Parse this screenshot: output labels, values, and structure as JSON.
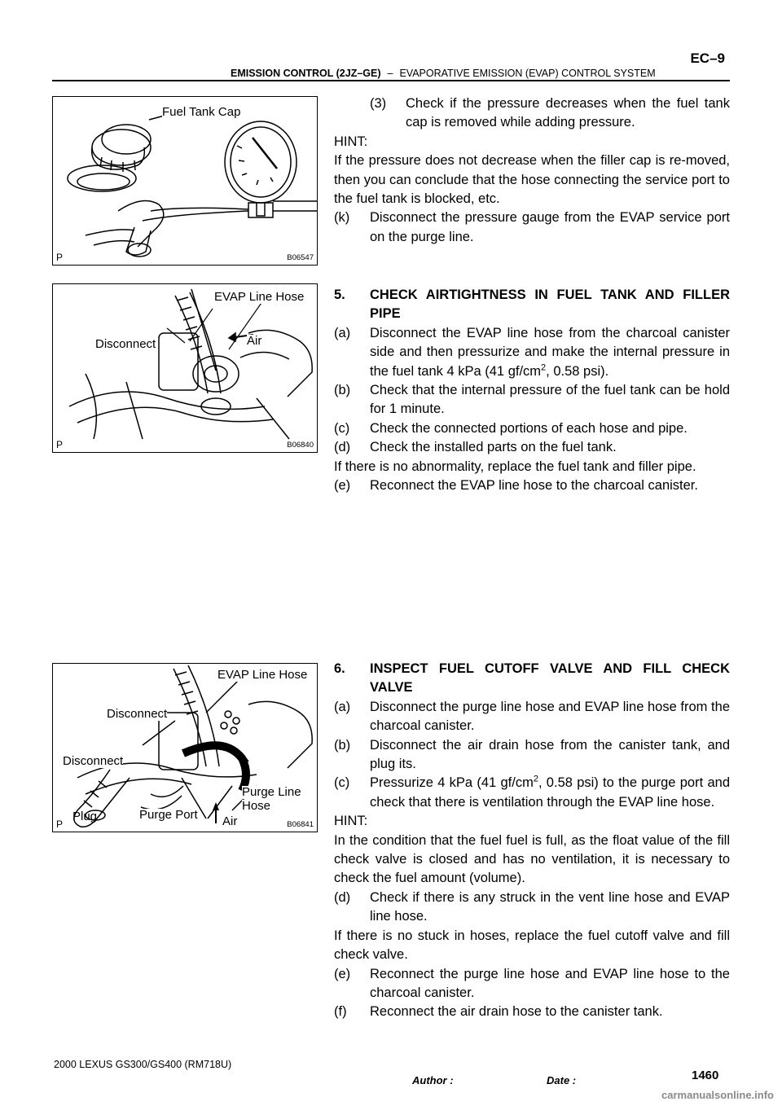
{
  "header": {
    "page_code": "EC–9",
    "section": "EMISSION CONTROL (2JZ–GE)",
    "separator": "–",
    "subsection": "EVAPORATIVE EMISSION (EVAP) CONTROL SYSTEM"
  },
  "figures": [
    {
      "corner_label": "P",
      "code": "B06547",
      "callouts": [
        "Fuel Tank Cap"
      ]
    },
    {
      "corner_label": "P",
      "code": "B06840",
      "callouts": [
        "EVAP Line Hose",
        "Disconnect",
        "Air"
      ]
    },
    {
      "corner_label": "P",
      "code": "B06841",
      "callouts": [
        "EVAP Line Hose",
        "Disconnect",
        "Disconnect",
        "Purge Line",
        "Hose",
        "Plug",
        "Purge Port",
        "Air"
      ]
    }
  ],
  "block1": {
    "step3_label": "(3)",
    "step3_text": "Check if the pressure decreases when the fuel tank cap is removed while adding pressure.",
    "hint_label": "HINT:",
    "hint_text": "If the pressure does not decrease when the filler cap is re-moved, then you can conclude that the hose connecting the service port to the fuel tank is blocked, etc.",
    "k_label": "(k)",
    "k_text": "Disconnect the pressure gauge from the EVAP service port on the purge line."
  },
  "section5": {
    "number": "5.",
    "title": "CHECK AIRTIGHTNESS IN FUEL TANK AND FILLER PIPE",
    "a_label": "(a)",
    "a_text_before": "Disconnect the EVAP line hose from the charcoal canister side and then pressurize and make the internal pressure in the fuel tank 4 kPa (41 gf/cm",
    "a_sup": "2",
    "a_text_after": ", 0.58 psi).",
    "b_label": "(b)",
    "b_text": "Check that the internal pressure of the fuel tank can be hold for 1 minute.",
    "c_label": "(c)",
    "c_text": "Check the connected portions of each hose and pipe.",
    "d_label": "(d)",
    "d_text": "Check the installed parts on the fuel tank.",
    "note": "If there is no abnormality, replace the fuel tank and filler pipe.",
    "e_label": "(e)",
    "e_text": "Reconnect the EVAP line hose to the charcoal canister."
  },
  "section6": {
    "number": "6.",
    "title": "INSPECT FUEL CUTOFF VALVE AND FILL CHECK VALVE",
    "a_label": "(a)",
    "a_text": "Disconnect the purge line hose and EVAP line hose from the charcoal canister.",
    "b_label": "(b)",
    "b_text": "Disconnect the air drain hose from the canister tank, and plug its.",
    "c_label": "(c)",
    "c_text_before": "Pressurize 4 kPa (41 gf/cm",
    "c_sup": "2",
    "c_text_after": ", 0.58 psi) to the purge port and check that there is ventilation through the EVAP line hose.",
    "hint_label": "HINT:",
    "hint_text": "In the condition that the fuel fuel is full, as the float value of the fill check valve is closed and has no ventilation, it is necessary to check the fuel amount (volume).",
    "d_label": "(d)",
    "d_text": "Check if there is any struck in the vent line hose and EVAP line hose.",
    "note": "If there is no stuck in hoses, replace the fuel cutoff valve and fill check valve.",
    "e_label": "(e)",
    "e_text": "Reconnect the purge line hose and EVAP line hose to the charcoal canister.",
    "f_label": "(f)",
    "f_text": "Reconnect the air drain hose to the canister tank."
  },
  "footer": {
    "vehicle": "2000 LEXUS GS300/GS400   (RM718U)",
    "author_label": "Author :",
    "date_label": "Date :",
    "page_number": "1460",
    "watermark": "carmanualsonline.info"
  }
}
